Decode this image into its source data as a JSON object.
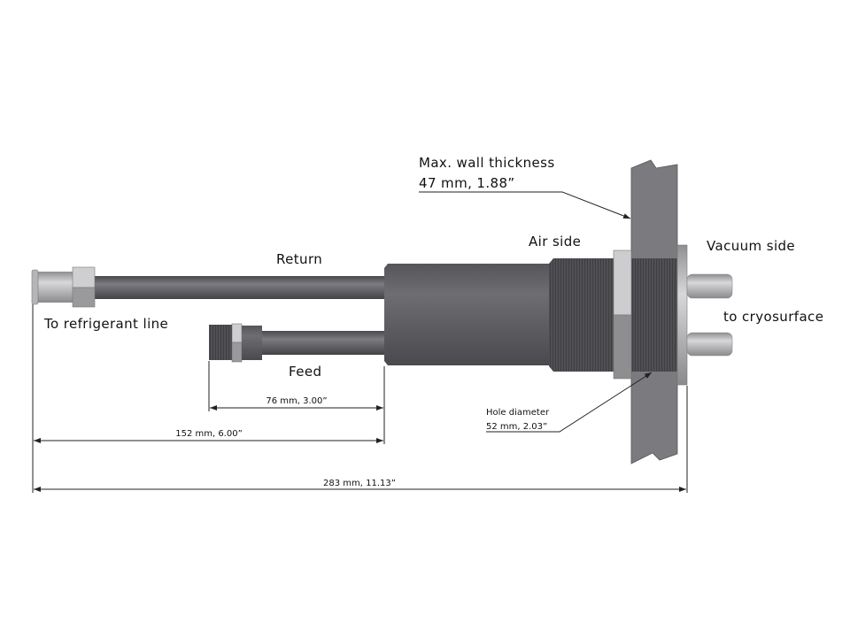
{
  "labels": {
    "return": "Return",
    "feed": "Feed",
    "to_refrigerant_line": "To refrigerant line",
    "air_side": "Air side",
    "vacuum_side": "Vacuum side",
    "to_cryosurface": "to cryosurface",
    "max_wall_title": "Max. wall thickness",
    "max_wall_value": "47 mm, 1.88”",
    "hole_title": "Hole diameter",
    "hole_value": "52 mm, 2.03”"
  },
  "dimensions": {
    "feed_length": "76 mm, 3.00”",
    "return_length": "152 mm, 6.00”",
    "overall_length": "283 mm, 11.13”"
  },
  "colors": {
    "metal_dark": "#5e5e62",
    "metal_light": "#c9c9cb",
    "wall": "#7b7b7f"
  }
}
